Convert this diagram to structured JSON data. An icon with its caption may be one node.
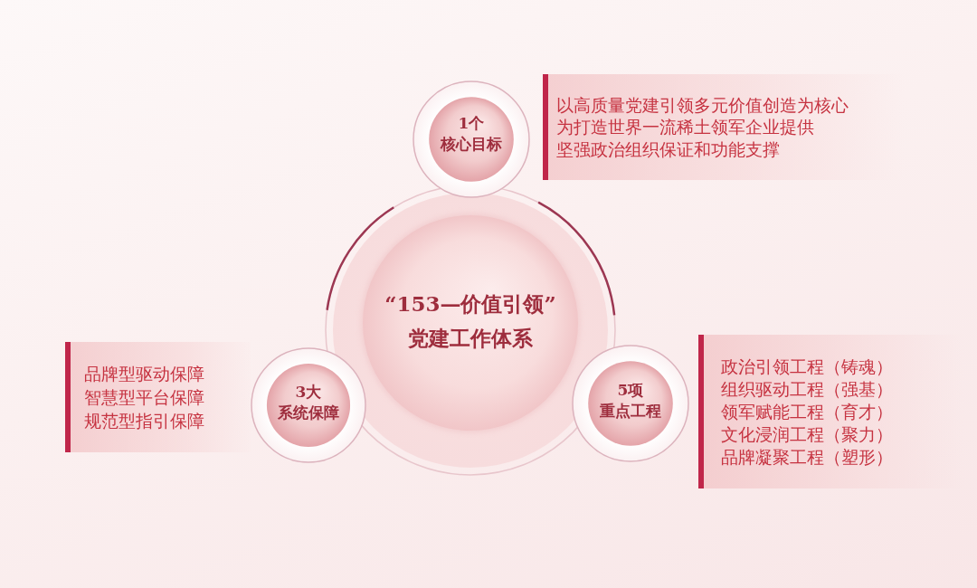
{
  "diagram": {
    "nodes": [
      {
        "text": [
          "“153—价值引领”",
          "党建工作体系"
        ]
      },
      {
        "text": [
          "1个",
          "核心目标"
        ]
      },
      {
        "text": [
          "以高质量党建引领多元价值创造为核心",
          "为打造世界一流稀土领军企业提供坚强政治组织保证和功能支撑"
        ]
      },
      {
        "text": [
          "3大",
          "系统保障"
        ]
      },
      {
        "text": [
          "品牌型驱动保障",
          "智慧型平台保障",
          "规范型指引保障"
        ]
      },
      {
        "text": [
          "5项",
          "重点工程"
        ]
      },
      {
        "text": [
          "政治引领工程（铸魂）",
          "组织驱动工程（强基）",
          "领军赋能工程（育才）",
          "文化浸润工程（聚力）",
          "品牌凝聚工程（塑形）"
        ]
      }
    ]
  }
}
